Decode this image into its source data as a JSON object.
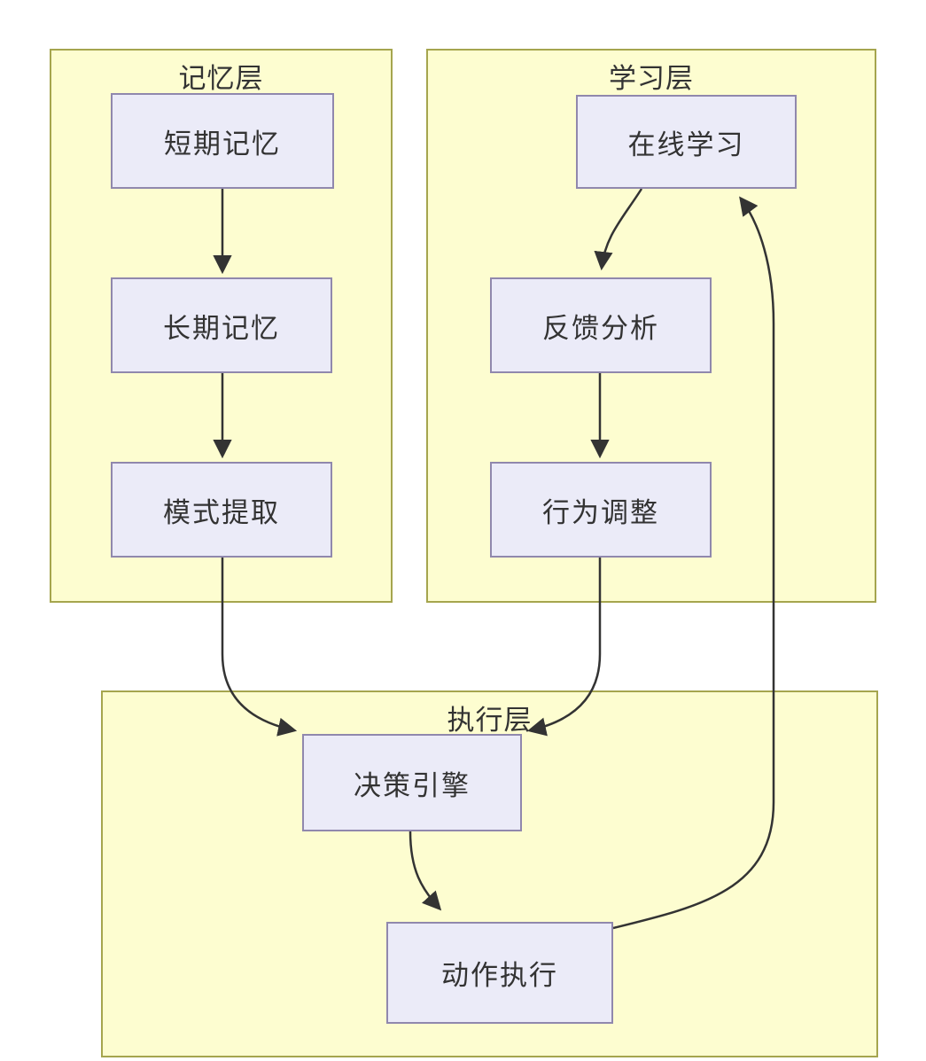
{
  "diagram": {
    "type": "flowchart",
    "clusters": [
      {
        "id": "memory",
        "label": "记忆层"
      },
      {
        "id": "learning",
        "label": "学习层"
      },
      {
        "id": "execution",
        "label": "执行层"
      }
    ],
    "nodes": [
      {
        "id": "short-term",
        "label": "短期记忆",
        "cluster": "记忆层"
      },
      {
        "id": "long-term",
        "label": "长期记忆",
        "cluster": "记忆层"
      },
      {
        "id": "pattern",
        "label": "模式提取",
        "cluster": "记忆层"
      },
      {
        "id": "online",
        "label": "在线学习",
        "cluster": "学习层"
      },
      {
        "id": "feedback",
        "label": "反馈分析",
        "cluster": "学习层"
      },
      {
        "id": "behavior",
        "label": "行为调整",
        "cluster": "学习层"
      },
      {
        "id": "decision",
        "label": "决策引擎",
        "cluster": "执行层"
      },
      {
        "id": "action",
        "label": "动作执行",
        "cluster": "执行层"
      }
    ],
    "edges": [
      {
        "from": "短期记忆",
        "to": "长期记忆"
      },
      {
        "from": "长期记忆",
        "to": "模式提取"
      },
      {
        "from": "模式提取",
        "to": "决策引擎"
      },
      {
        "from": "在线学习",
        "to": "反馈分析"
      },
      {
        "from": "反馈分析",
        "to": "行为调整"
      },
      {
        "from": "行为调整",
        "to": "决策引擎"
      },
      {
        "from": "决策引擎",
        "to": "动作执行"
      },
      {
        "from": "动作执行",
        "to": "在线学习"
      }
    ],
    "colors": {
      "canvas-bg": "#ffffff",
      "cluster-fill": "#fdfdd0",
      "cluster-border": "#a5a54e",
      "node-fill": "#ebebf8",
      "node-border": "#9088ad",
      "line-color": "#333333",
      "text-color": "#333333"
    }
  }
}
